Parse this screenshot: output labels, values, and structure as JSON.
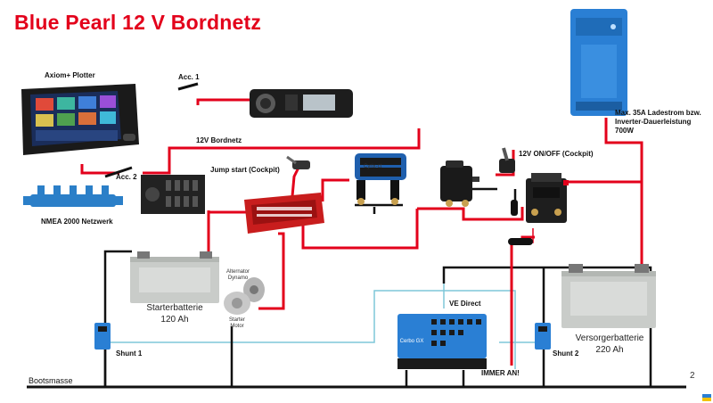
{
  "title": "Blue Pearl 12 V Bordnetz",
  "labels": {
    "plotter": "Axiom+ Plotter",
    "acc1": "Acc. 1",
    "acc2": "Acc. 2",
    "bordnetz": "12V Bordnetz",
    "jump_start": "Jump start (Cockpit)",
    "onoff": "12V ON/OFF (Cockpit)",
    "charger": "Max. 35A Ladestrom bzw. Inverter-Dauerleistung 700W",
    "nmea": "NMEA 2000 Netzwerk",
    "starter_battery": "Starterbatterie",
    "starter_battery_capacity": "120 Ah",
    "service_battery": "Versorgerbatterie",
    "service_battery_capacity": "220 Ah",
    "alternator": "Alternator Dynamo",
    "starter_motor": "Starter Motor",
    "ve_direct": "VE Direct",
    "shunt1": "Shunt 1",
    "shunt2": "Shunt 2",
    "immer_an": "IMMER AN!",
    "bootsmasse": "Bootsmasse",
    "cerbo": "Cerbo GX",
    "cyrix": "Cyrix-ct",
    "page_number": "2"
  },
  "colors": {
    "title": "#e3001b",
    "positive_wire": "#e3001b",
    "ground_wire": "#111111",
    "data_wire": "#7fc7d9",
    "victron_blue": "#2a7fd4",
    "battery_grey": "#c9ccc9"
  },
  "icons": {
    "plotter": "chartplotter-display",
    "radio": "marine-stereo",
    "switch_panel": "switch-panel",
    "distribution": "power-distribution-bus",
    "relay": "relay",
    "breaker": "circuit-breaker",
    "cyrix": "battery-combiner",
    "charger": "multiplus-inverter-charger",
    "cerbo": "cerbo-gx",
    "shunt": "shunt",
    "battery": "agm-battery",
    "alternator": "alternator",
    "starter": "starter-motor",
    "toggle": "toggle-switch",
    "fuse": "inline-fuse"
  }
}
